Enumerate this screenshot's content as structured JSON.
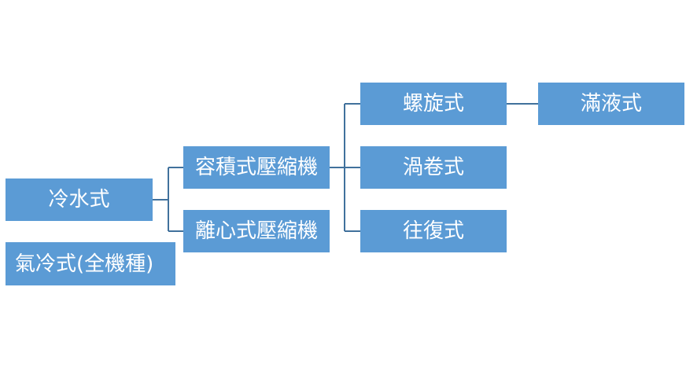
{
  "nodes": {
    "water_cooled": "冷水式",
    "air_cooled": "氣冷式(全機種)",
    "positive_displacement": "容積式壓縮機",
    "centrifugal": "離心式壓縮機",
    "screw": "螺旋式",
    "scroll": "渦卷式",
    "reciprocating": "往復式",
    "flooded": "滿液式"
  },
  "colors": {
    "box_fill": "#5b9bd5",
    "connector": "#41719c",
    "text": "#ffffff"
  }
}
